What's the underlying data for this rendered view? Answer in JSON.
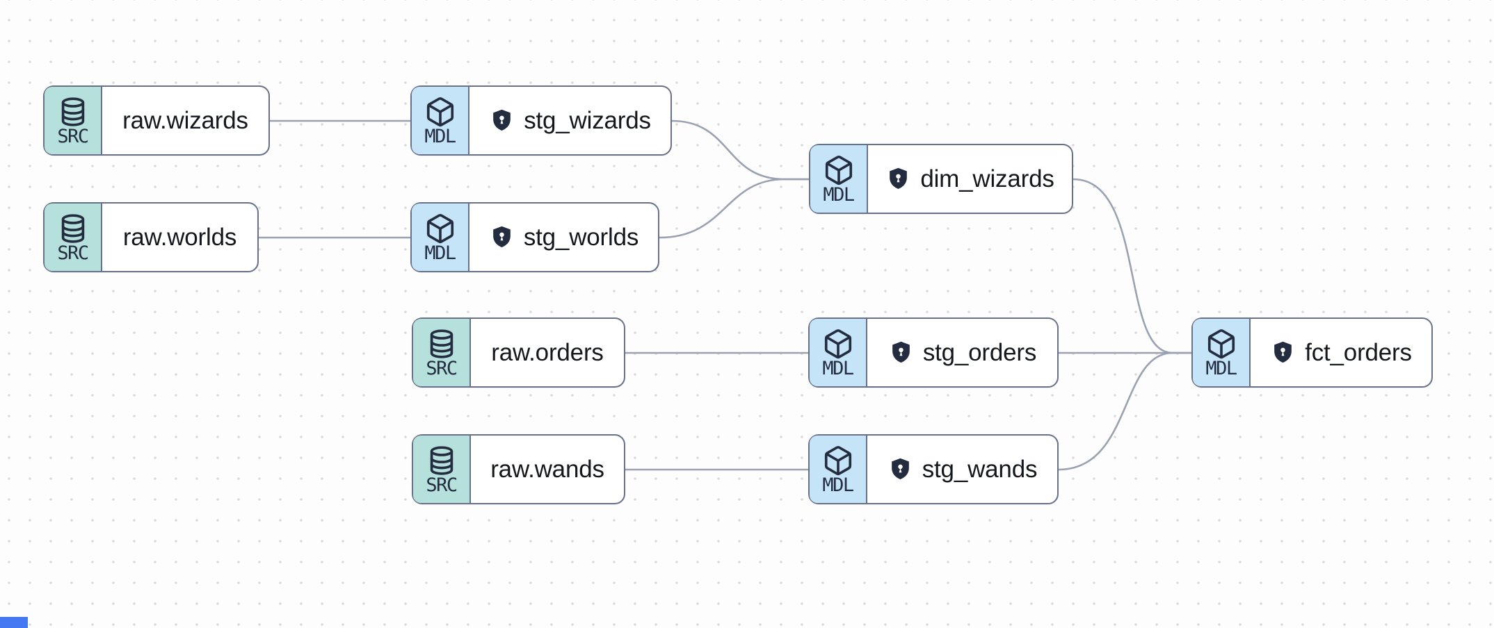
{
  "app": {
    "title": "data-lineage-canvas"
  },
  "colors": {
    "background": "#fdfdfd",
    "grid_dot": "#d8d8d8",
    "node_border": "#67718a",
    "node_body": "#ffffff",
    "source_header": "#b5e0db",
    "model_header": "#c5e4f8",
    "icon_ink": "#232d3f",
    "label_ink": "#14171c",
    "edge": "#9aa2b2",
    "corner_fragment": "#4478f2"
  },
  "node_types": {
    "source": {
      "badge": "SRC",
      "icon": "database"
    },
    "model": {
      "badge": "MDL",
      "icon": "cube",
      "shield": "shield-lock"
    }
  },
  "nodes": [
    {
      "id": "raw_wizards",
      "type": "source",
      "badge": "SRC",
      "icon": "database",
      "label": "raw.wizards",
      "shield": false
    },
    {
      "id": "stg_wizards",
      "type": "model",
      "badge": "MDL",
      "icon": "cube",
      "label": "stg_wizards",
      "shield": true
    },
    {
      "id": "raw_worlds",
      "type": "source",
      "badge": "SRC",
      "icon": "database",
      "label": "raw.worlds",
      "shield": false
    },
    {
      "id": "stg_worlds",
      "type": "model",
      "badge": "MDL",
      "icon": "cube",
      "label": "stg_worlds",
      "shield": true
    },
    {
      "id": "dim_wizards",
      "type": "model",
      "badge": "MDL",
      "icon": "cube",
      "label": "dim_wizards",
      "shield": true
    },
    {
      "id": "raw_orders",
      "type": "source",
      "badge": "SRC",
      "icon": "database",
      "label": "raw.orders",
      "shield": false
    },
    {
      "id": "stg_orders",
      "type": "model",
      "badge": "MDL",
      "icon": "cube",
      "label": "stg_orders",
      "shield": true
    },
    {
      "id": "raw_wands",
      "type": "source",
      "badge": "SRC",
      "icon": "database",
      "label": "raw.wands",
      "shield": false
    },
    {
      "id": "stg_wands",
      "type": "model",
      "badge": "MDL",
      "icon": "cube",
      "label": "stg_wands",
      "shield": true
    },
    {
      "id": "fct_orders",
      "type": "model",
      "badge": "MDL",
      "icon": "cube",
      "label": "fct_orders",
      "shield": true
    }
  ],
  "edges": [
    {
      "from": "raw_wizards",
      "to": "stg_wizards"
    },
    {
      "from": "raw_worlds",
      "to": "stg_worlds"
    },
    {
      "from": "stg_wizards",
      "to": "dim_wizards"
    },
    {
      "from": "stg_worlds",
      "to": "dim_wizards"
    },
    {
      "from": "raw_orders",
      "to": "stg_orders"
    },
    {
      "from": "raw_wands",
      "to": "stg_wands"
    },
    {
      "from": "dim_wizards",
      "to": "fct_orders"
    },
    {
      "from": "stg_orders",
      "to": "fct_orders"
    },
    {
      "from": "stg_wands",
      "to": "fct_orders"
    }
  ]
}
